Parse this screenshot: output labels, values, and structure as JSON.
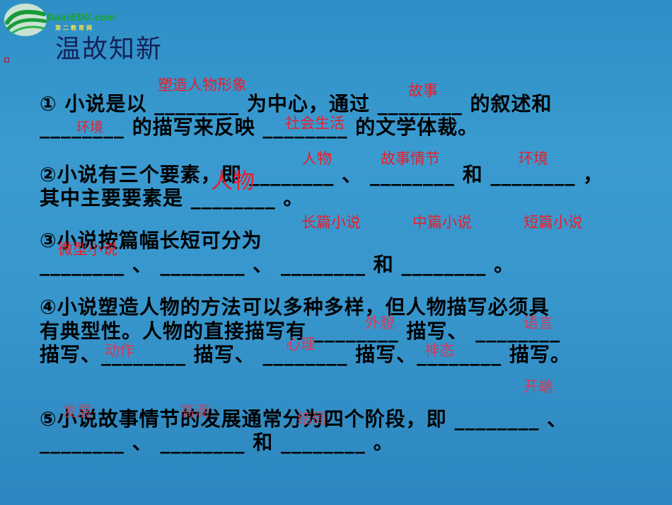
{
  "logo": {
    "text": "DearEDU.com",
    "sub": "第二教育网"
  },
  "title": "温故知新",
  "lines": {
    "q1a": "① 小说是以 ________ 为中心，通过 ________ 的叙述和",
    "q1b": "________ 的描写来反映 ________ 的文学体裁。",
    "q2a": "②小说有三个要素，即 ________ 、 ________ 和 ________ ，",
    "q2b": "其中主要要素是 ________ 。",
    "q3a": "③小说按篇幅长短可分为",
    "q3b": "________ 、 ________ 、 ________ 和 ________ 。",
    "q4a": "④小说塑造人物的方法可以多种多样，但人物描写必须具",
    "q4b": "有典型性。人物的直接描写有 ________ 描写、 ________",
    "q4c": "描写、________ 描写、 ________ 描写、________ 描写。",
    "q5a": "⑤小说故事情节的发展通常分为四个阶段，即 ________ 、",
    "q5b": "________ 、 ________ 和 ________ 。"
  },
  "answers": {
    "a1": "塑造人物形象",
    "a2": "故事",
    "a3": "环境",
    "a4": "社会生活",
    "a5": "人物",
    "a6": "故事情节",
    "a7": "环境",
    "a8": "人物",
    "a9": "长篇小说",
    "a10": "中篇小说",
    "a11": "短篇小说",
    "a12": "微型小说",
    "a13": "外貌",
    "a14": "语言",
    "a15": "动作",
    "a16": "心理",
    "a17": "神态",
    "a18": "开端",
    "a19": "发展",
    "a20": "高潮",
    "a21": "结局"
  }
}
